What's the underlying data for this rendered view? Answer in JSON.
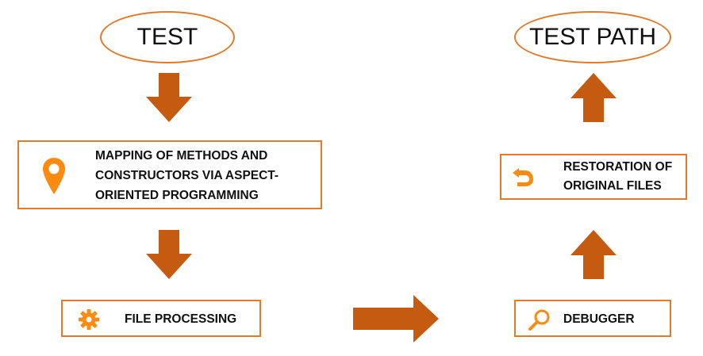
{
  "diagram": {
    "start_node": {
      "label": "TEST"
    },
    "end_node": {
      "label": "TEST PATH"
    },
    "steps": [
      {
        "label": "MAPPING OF METHODS AND CONSTRUCTORS VIA ASPECT-ORIENTED PROGRAMMING",
        "icon": "location-pin-icon"
      },
      {
        "label": "FILE PROCESSING",
        "icon": "gear-icon"
      },
      {
        "label": "DEBUGGER",
        "icon": "magnifier-icon"
      },
      {
        "label": "RESTORATION OF ORIGINAL FILES",
        "icon": "undo-arrow-icon"
      }
    ],
    "colors": {
      "accent": "#e07b2c",
      "arrow": "#c55a11",
      "text": "#111111"
    }
  }
}
